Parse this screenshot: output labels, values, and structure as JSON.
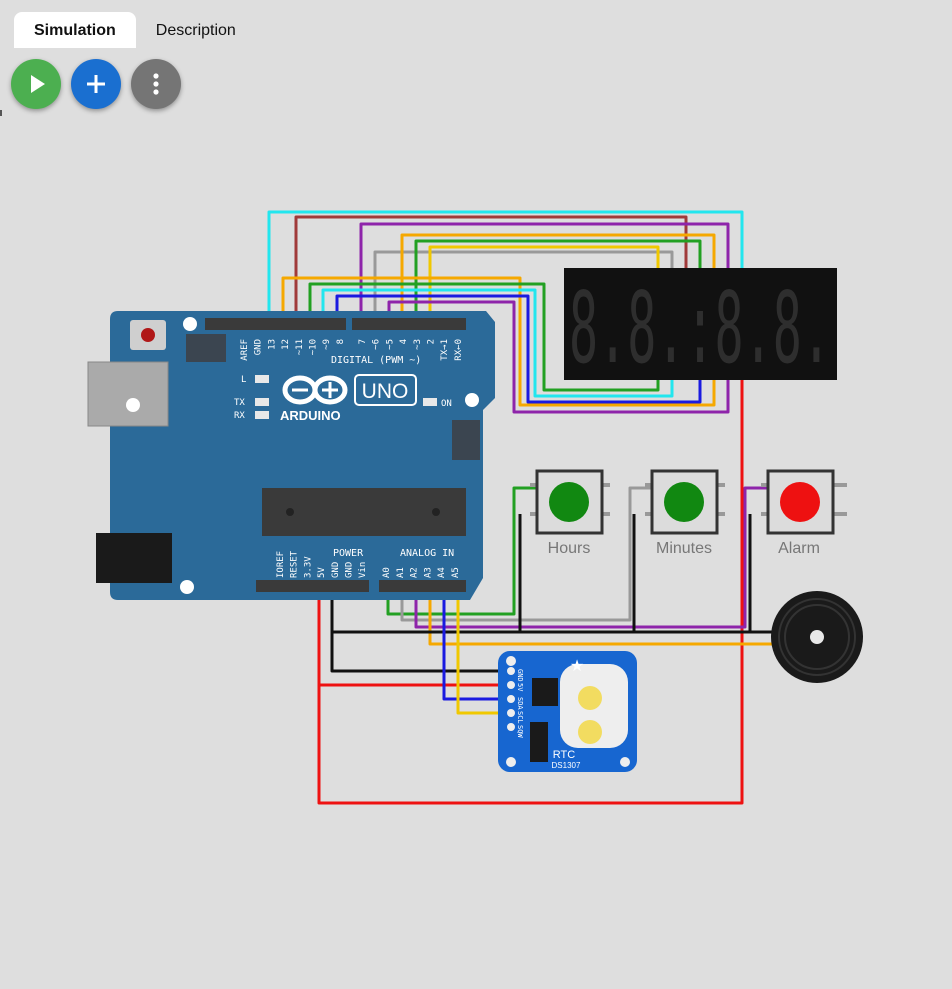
{
  "tabs": [
    {
      "label": "Simulation",
      "active": true
    },
    {
      "label": "Description",
      "active": false
    }
  ],
  "toolbar": {
    "play_color": "#4caf50",
    "add_color": "#1a6fd0",
    "more_color": "#757575"
  },
  "arduino": {
    "brand": "ARDUINO",
    "model": "UNO",
    "digital_label": "DIGITAL (PWM ~)",
    "power_label": "POWER",
    "analog_label": "ANALOG IN",
    "led_l": "L",
    "led_tx": "TX",
    "led_rx": "RX",
    "led_on": "ON",
    "top_pins": [
      "AREF",
      "GND",
      "13",
      "12",
      "~11",
      "~10",
      "~9",
      "8",
      "7",
      "~6",
      "~5",
      "4",
      "~3",
      "2",
      "TX→1",
      "RX←0"
    ],
    "power_pins": [
      "IOREF",
      "RESET",
      "3.3V",
      "5V",
      "GND",
      "GND",
      "Vin"
    ],
    "analog_pins": [
      "A0",
      "A1",
      "A2",
      "A3",
      "A4",
      "A5"
    ],
    "board_color": "#2b6a99"
  },
  "display": {
    "digits": "8.8.:8.8."
  },
  "buttons": [
    {
      "label": "Hours",
      "color": "#118811"
    },
    {
      "label": "Minutes",
      "color": "#118811"
    },
    {
      "label": "Alarm",
      "color": "#ee1111"
    }
  ],
  "rtc": {
    "title": "RTC",
    "chip": "DS1307",
    "pins": [
      "GND",
      "5V",
      "SDA",
      "SCL",
      "SQW"
    ],
    "board_color": "#1766d0"
  }
}
